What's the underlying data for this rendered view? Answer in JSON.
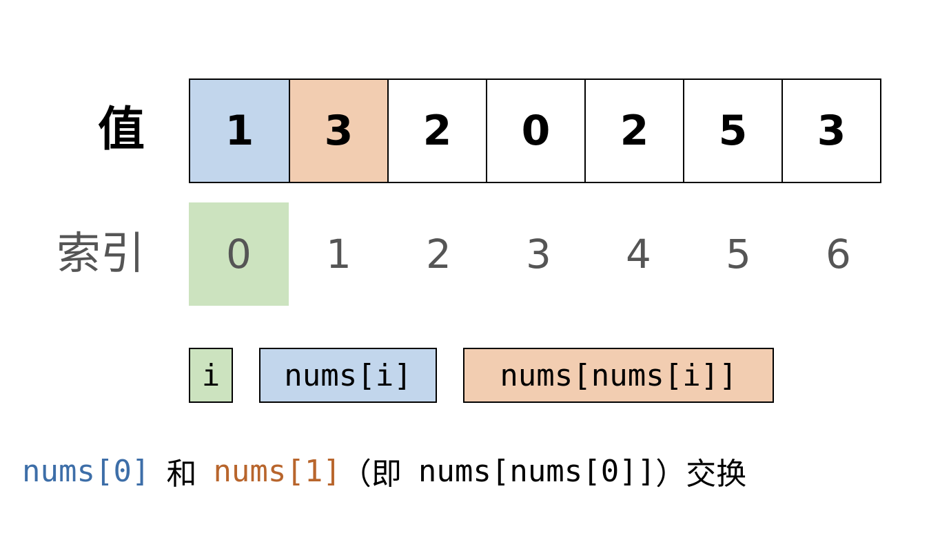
{
  "labels": {
    "value_row": "值",
    "index_row": "索引"
  },
  "values": [
    "1",
    "3",
    "2",
    "0",
    "2",
    "5",
    "3"
  ],
  "indices": [
    "0",
    "1",
    "2",
    "3",
    "4",
    "5",
    "6"
  ],
  "highlight_colors": {
    "i": "#cce3bf",
    "nums_i": "#c2d6ec",
    "nums_nums_i": "#f2cdb1"
  },
  "legend": {
    "i": "i",
    "nums_i": "nums[i]",
    "nums_nums_i": "nums[nums[i]]"
  },
  "caption": {
    "part_a": "nums[0]",
    "conj": "和",
    "part_b": "nums[1]",
    "paren_open": "（即",
    "expr": "nums[nums[0]]",
    "paren_close": "）",
    "action": "交换",
    "color_a": "#3d6ea8",
    "color_b": "#b8652c"
  }
}
